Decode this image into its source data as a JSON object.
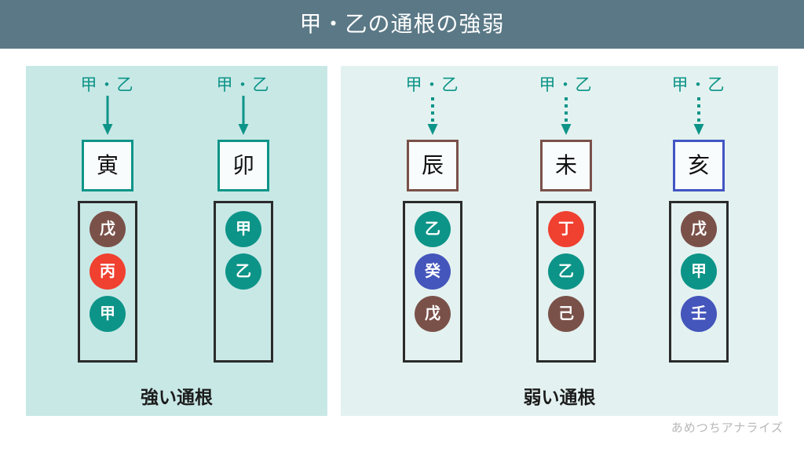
{
  "header": {
    "title": "甲・乙の通根の強弱",
    "bg_color": "#5a7886"
  },
  "colors": {
    "teal": "#0d9488",
    "red": "#f04030",
    "brown": "#7a5149",
    "blue": "#4455bb",
    "box_blue_border": "#4255c4",
    "panel_strong_bg": "#c8e8e6",
    "panel_weak_bg": "#e3f2f0"
  },
  "panels": [
    {
      "id": "strong",
      "label": "強い通根",
      "arrow_style": "solid",
      "columns": [
        {
          "head": "甲・乙",
          "branch": "寅",
          "branch_border": "teal",
          "stems": [
            {
              "char": "戊",
              "color": "brown"
            },
            {
              "char": "丙",
              "color": "red"
            },
            {
              "char": "甲",
              "color": "teal"
            }
          ]
        },
        {
          "head": "甲・乙",
          "branch": "卯",
          "branch_border": "teal",
          "stems": [
            {
              "char": "甲",
              "color": "teal"
            },
            {
              "char": "乙",
              "color": "teal"
            }
          ]
        }
      ]
    },
    {
      "id": "weak",
      "label": "弱い通根",
      "arrow_style": "dotted",
      "columns": [
        {
          "head": "甲・乙",
          "branch": "辰",
          "branch_border": "brown",
          "stems": [
            {
              "char": "乙",
              "color": "teal"
            },
            {
              "char": "癸",
              "color": "blue"
            },
            {
              "char": "戊",
              "color": "brown"
            }
          ]
        },
        {
          "head": "甲・乙",
          "branch": "未",
          "branch_border": "brown",
          "stems": [
            {
              "char": "丁",
              "color": "red"
            },
            {
              "char": "乙",
              "color": "teal"
            },
            {
              "char": "己",
              "color": "brown"
            }
          ]
        },
        {
          "head": "甲・乙",
          "branch": "亥",
          "branch_border": "blue",
          "stems": [
            {
              "char": "戊",
              "color": "brown"
            },
            {
              "char": "甲",
              "color": "teal"
            },
            {
              "char": "壬",
              "color": "blue"
            }
          ]
        }
      ]
    }
  ],
  "watermark": "あめつちアナライズ"
}
